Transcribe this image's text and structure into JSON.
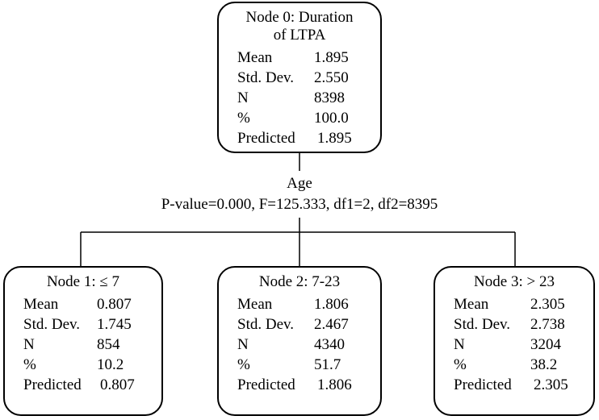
{
  "root": {
    "title_line1": "Node 0: Duration",
    "title_line2": "of LTPA",
    "rows": [
      {
        "label": "Mean",
        "value": "1.895"
      },
      {
        "label": "Std. Dev.",
        "value": "2.550"
      },
      {
        "label": "N",
        "value": "8398"
      },
      {
        "label": "%",
        "value": "100.0"
      },
      {
        "label": "Predicted",
        "value": "1.895"
      }
    ]
  },
  "split": {
    "variable": "Age",
    "statistic": "P-value=0.000, F=125.333, df1=2, df2=8395"
  },
  "children": [
    {
      "title": "Node 1: ≤ 7",
      "rows": [
        {
          "label": "Mean",
          "value": "0.807"
        },
        {
          "label": "Std. Dev.",
          "value": "1.745"
        },
        {
          "label": "N",
          "value": "854"
        },
        {
          "label": "%",
          "value": "10.2"
        },
        {
          "label": "Predicted",
          "value": "0.807"
        }
      ]
    },
    {
      "title": "Node 2: 7-23",
      "rows": [
        {
          "label": "Mean",
          "value": "1.806"
        },
        {
          "label": "Std. Dev.",
          "value": "2.467"
        },
        {
          "label": "N",
          "value": "4340"
        },
        {
          "label": "%",
          "value": "51.7"
        },
        {
          "label": "Predicted",
          "value": "1.806"
        }
      ]
    },
    {
      "title": "Node 3: > 23",
      "rows": [
        {
          "label": "Mean",
          "value": "2.305"
        },
        {
          "label": "Std. Dev.",
          "value": "2.738"
        },
        {
          "label": "N",
          "value": "3204"
        },
        {
          "label": "%",
          "value": "38.2"
        },
        {
          "label": "Predicted",
          "value": "2.305"
        }
      ]
    }
  ]
}
